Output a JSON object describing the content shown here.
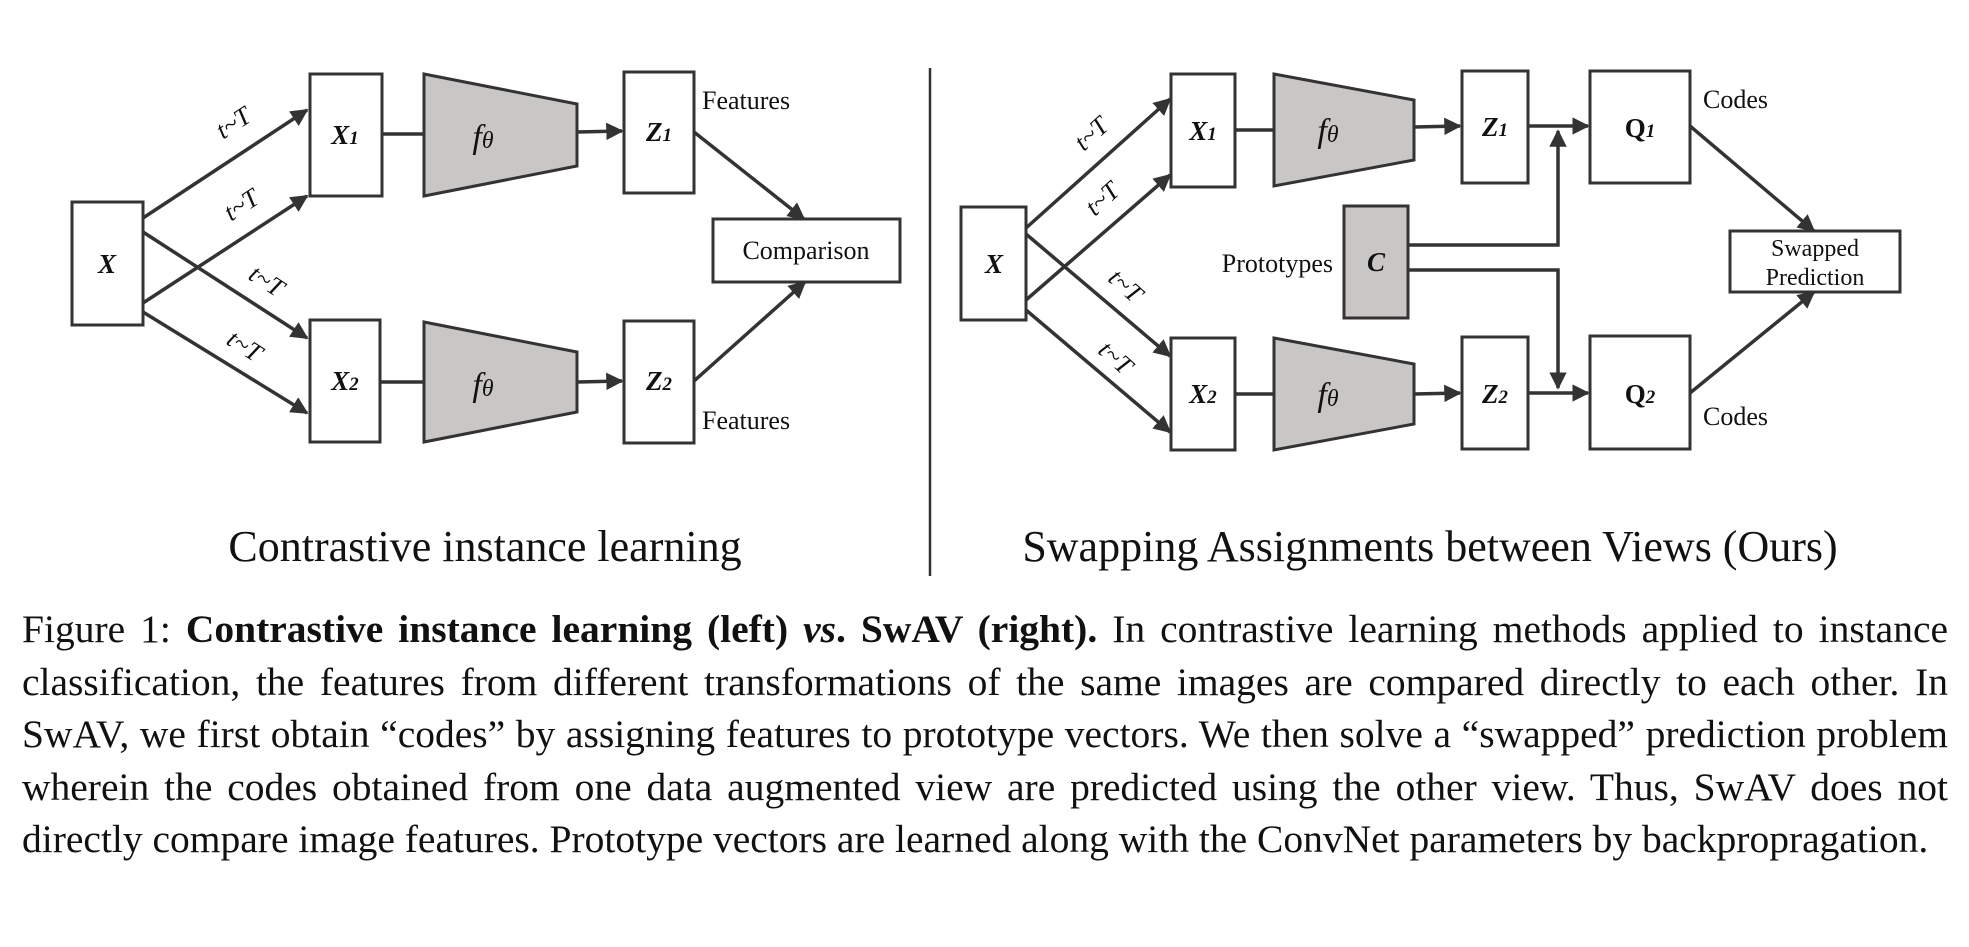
{
  "left_panel": {
    "title": "Contrastive instance learning",
    "input": "X",
    "views": [
      {
        "var": "X",
        "sub": "1"
      },
      {
        "var": "X",
        "sub": "2"
      }
    ],
    "encoder": {
      "symbol": "f",
      "sub": "θ"
    },
    "features": [
      {
        "var": "Z",
        "sub": "1"
      },
      {
        "var": "Z",
        "sub": "2"
      }
    ],
    "features_label": "Features",
    "comparison_label": "Comparison",
    "transform_label": "t~T"
  },
  "right_panel": {
    "title": "Swapping Assignments between Views (Ours)",
    "input": "X",
    "views": [
      {
        "var": "X",
        "sub": "1"
      },
      {
        "var": "X",
        "sub": "2"
      }
    ],
    "encoder": {
      "symbol": "f",
      "sub": "θ"
    },
    "features": [
      {
        "var": "Z",
        "sub": "1"
      },
      {
        "var": "Z",
        "sub": "2"
      }
    ],
    "codes": [
      {
        "var": "Q",
        "sub": "1"
      },
      {
        "var": "Q",
        "sub": "2"
      }
    ],
    "codes_label": "Codes",
    "prototypes_label": "Prototypes",
    "prototypes_var": "C",
    "swapped_prediction_label": [
      "Swapped",
      "Prediction"
    ],
    "transform_label": "t~T"
  },
  "caption": {
    "figure_label": "Figure 1:",
    "bold_part1": "Contrastive instance learning (left)",
    "bold_vs": "vs",
    "bold_part2": ". SwAV (right).",
    "body": "In contrastive learning methods applied to instance classification, the features from different transformations of the same images are compared directly to each other. In SwAV, we first obtain “codes” by assigning features to prototype vectors. We then solve a “swapped” prediction problem wherein the codes obtained from one data augmented view are predicted using the other view. Thus, SwAV does not directly compare image features. Prototype vectors are learned along with the ConvNet parameters by backpropragation."
  },
  "colors": {
    "box_stroke": "#333333",
    "encoder_fill": "#c8c7c6",
    "background": "#ffffff"
  }
}
